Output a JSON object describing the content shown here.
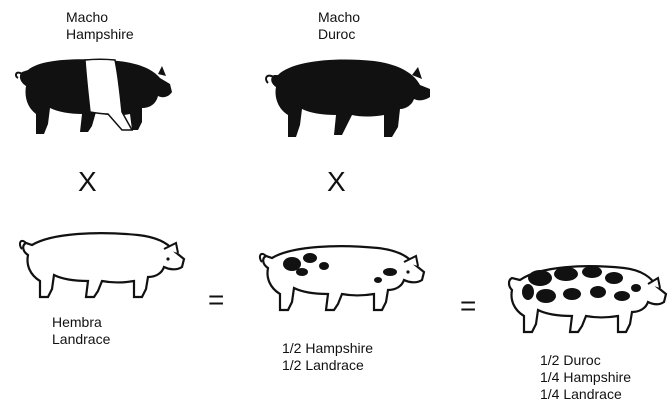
{
  "top_left": {
    "line1": "Macho",
    "line2": "Hampshire"
  },
  "top_right": {
    "line1": "Macho",
    "line2": "Duroc"
  },
  "cross_left": "X",
  "cross_right": "X",
  "equals_1": "=",
  "equals_2": "=",
  "bottom_left": {
    "line1": "Hembra",
    "line2": "Landrace"
  },
  "middle": {
    "line1": "1/2 Hampshire",
    "line2": "1/2 Landrace"
  },
  "right": {
    "line1": "1/2 Duroc",
    "line2": "1/4 Hampshire",
    "line3": "1/4 Landrace"
  },
  "colors": {
    "ink": "#111111",
    "paper": "#ffffff"
  },
  "icons": [
    "hampshire-boar-icon",
    "duroc-boar-icon",
    "landrace-sow-icon",
    "crossbred-f1-pig-icon",
    "crossbred-three-way-pig-icon"
  ]
}
